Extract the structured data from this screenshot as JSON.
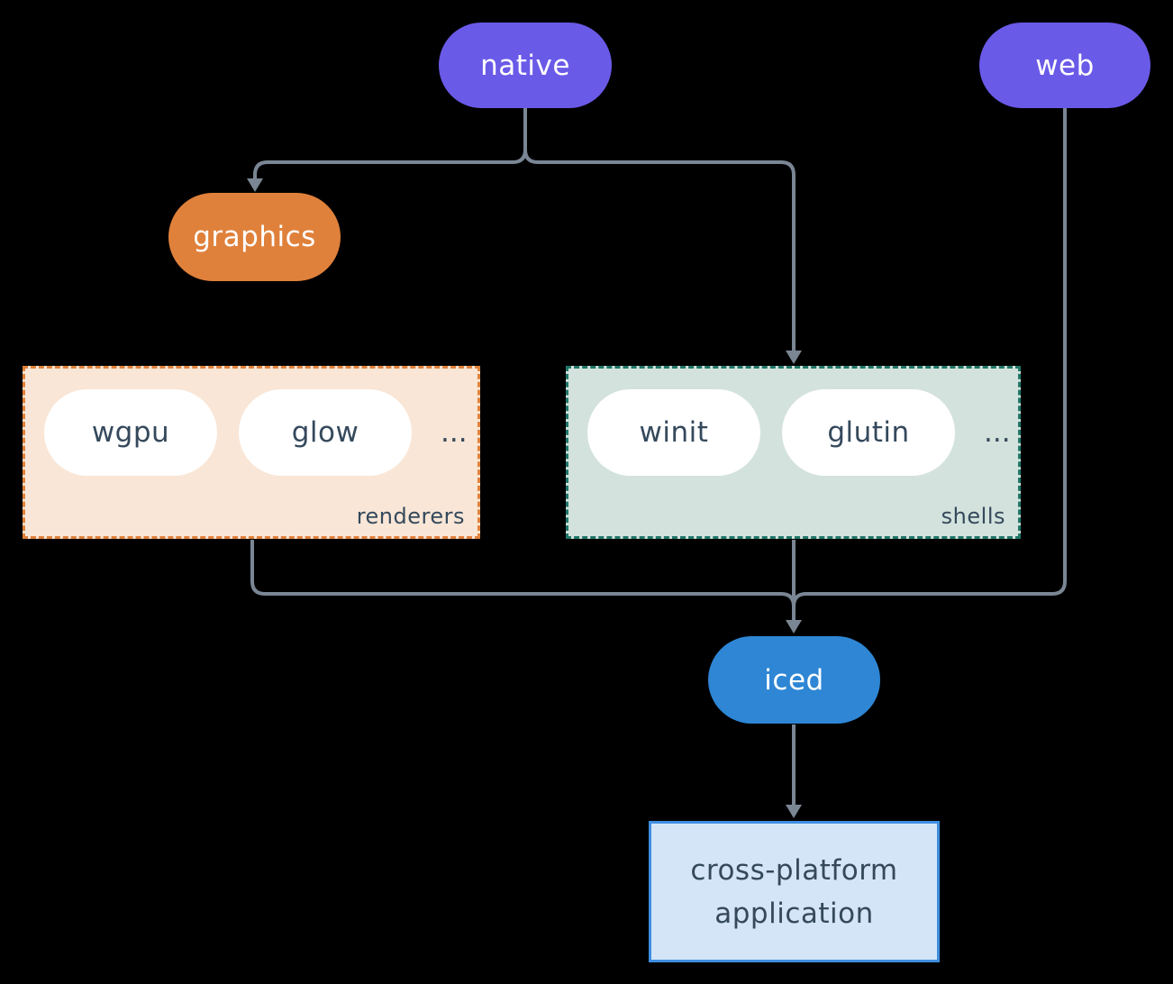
{
  "colors": {
    "purple": "#6A5AE8",
    "orange": "#E0813B",
    "peach_bg": "#F9E6D6",
    "teal_border": "#1F7767",
    "teal_bg": "#D3E2DD",
    "blue": "#2E86D5",
    "light_blue_bg": "#D4E5F7",
    "blue_border": "#3E8EE0",
    "connector": "#7A8694",
    "dark_text": "#35495C",
    "white_text": "#FFFFFF"
  },
  "nodes": {
    "native": {
      "label": "native"
    },
    "web": {
      "label": "web"
    },
    "graphics": {
      "label": "graphics"
    },
    "iced": {
      "label": "iced"
    }
  },
  "groups": {
    "renderers": {
      "label": "renderers",
      "items": [
        "wgpu",
        "glow"
      ],
      "ellipsis": "..."
    },
    "shells": {
      "label": "shells",
      "items": [
        "winit",
        "glutin"
      ],
      "ellipsis": "..."
    }
  },
  "application": {
    "lines": [
      "cross-platform",
      "application"
    ]
  }
}
